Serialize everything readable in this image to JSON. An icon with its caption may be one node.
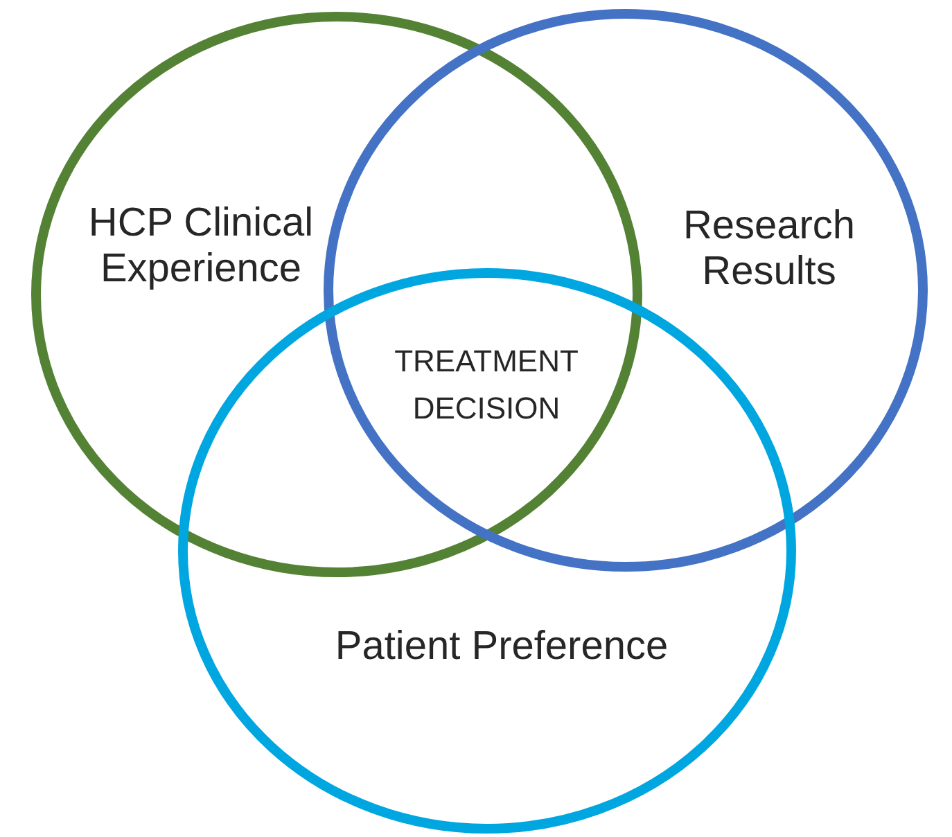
{
  "diagram": {
    "nodes": [
      {
        "text": [
          "HCP Clinical Experience"
        ]
      },
      {
        "text": [
          "Research Results"
        ]
      },
      {
        "text": [
          "Patient Preference"
        ]
      }
    ],
    "labels": [
      "TREATMENT DECISION"
    ]
  }
}
